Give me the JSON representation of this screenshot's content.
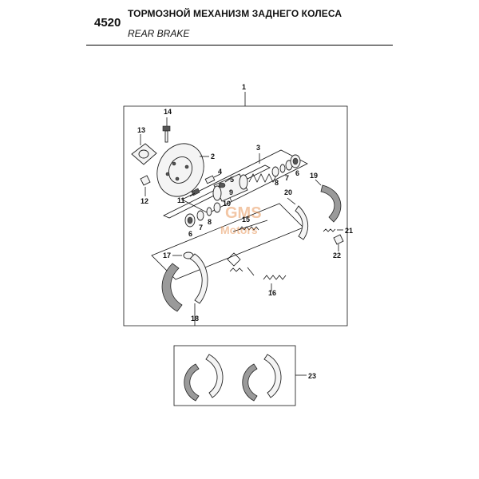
{
  "header": {
    "section_code": "4520",
    "title_ru": "ТОРМОЗНОЙ МЕХАНИЗМ ЗАДНЕГО КОЛЕСА",
    "title_en": "REAR BRAKE"
  },
  "watermark": {
    "top": "GMS",
    "bottom": "Motors",
    "color": "#e3833a"
  },
  "callouts": {
    "c1": "1",
    "c2": "2",
    "c3": "3",
    "c4": "4",
    "c5": "5",
    "c6a": "6",
    "c6b": "6",
    "c7a": "7",
    "c7b": "7",
    "c8a": "8",
    "c8b": "8",
    "c9": "9",
    "c10": "10",
    "c11": "11",
    "c12": "12",
    "c13": "13",
    "c14": "14",
    "c15": "15",
    "c16": "16",
    "c17": "17",
    "c18": "18",
    "c19": "19",
    "c20": "20",
    "c21": "21",
    "c22": "22",
    "c23": "23"
  }
}
